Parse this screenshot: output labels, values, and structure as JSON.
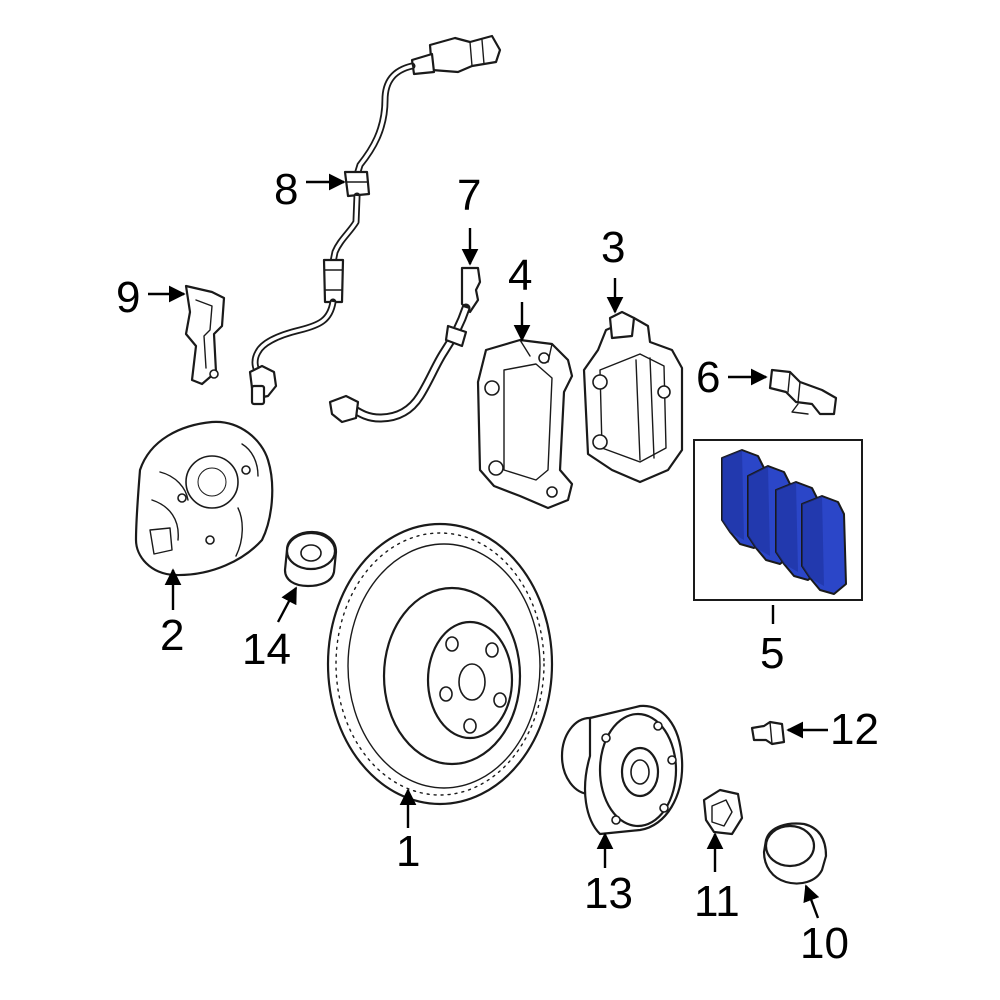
{
  "colors": {
    "line": "#1a1a1a",
    "background": "#ffffff",
    "highlight_pad": "#2b46c8",
    "highlight_pad_shade": "#1c2f99"
  },
  "callouts": [
    {
      "id": "1",
      "label": "1"
    },
    {
      "id": "2",
      "label": "2"
    },
    {
      "id": "3",
      "label": "3"
    },
    {
      "id": "4",
      "label": "4"
    },
    {
      "id": "5",
      "label": "5"
    },
    {
      "id": "6",
      "label": "6"
    },
    {
      "id": "7",
      "label": "7"
    },
    {
      "id": "8",
      "label": "8"
    },
    {
      "id": "9",
      "label": "9"
    },
    {
      "id": "10",
      "label": "10"
    },
    {
      "id": "11",
      "label": "11"
    },
    {
      "id": "12",
      "label": "12"
    },
    {
      "id": "13",
      "label": "13"
    },
    {
      "id": "14",
      "label": "14"
    }
  ],
  "highlighted_part": "5"
}
